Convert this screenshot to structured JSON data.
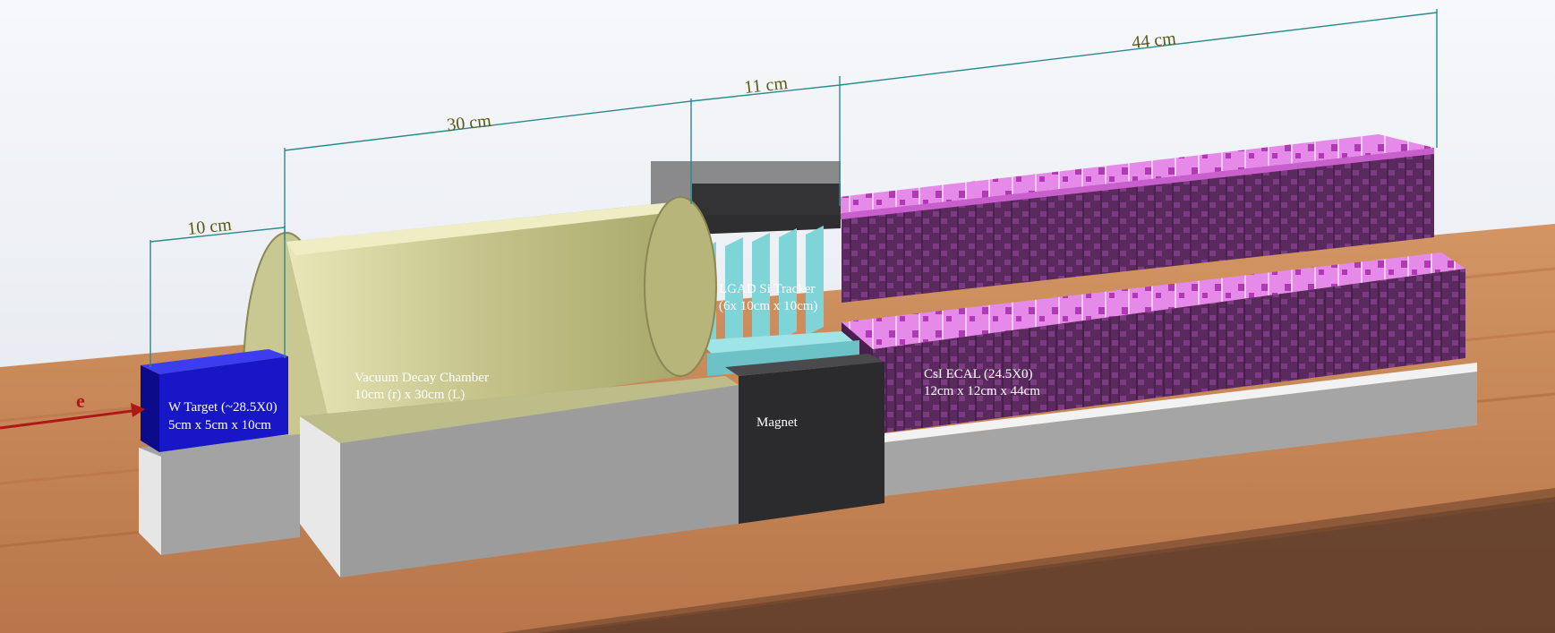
{
  "beam": {
    "label": "e"
  },
  "dimensions": {
    "target_length": "10 cm",
    "chamber_length": "30 cm",
    "tracker_length": "11 cm",
    "ecal_length": "44 cm"
  },
  "components": {
    "target": {
      "line1": "W Target (~28.5X0)",
      "line2": "5cm x 5cm x 10cm"
    },
    "chamber": {
      "line1": "Vacuum Decay Chamber",
      "line2": "10cm (r) x 30cm (L)"
    },
    "tracker": {
      "line1": "LGAD Si Tracker",
      "line2": "(6x 10cm x 10cm)"
    },
    "magnet": {
      "label": "Magnet"
    },
    "ecal": {
      "line1": "CsI ECAL (24.5X0)",
      "line2": "12cm x 12cm x 44cm"
    }
  },
  "colors": {
    "background": "#eef1f5",
    "table_wood": "#c8875a",
    "target": "#1414c8",
    "chamber": "#d6d49a",
    "support": "#a7a7a7",
    "tracker": "#7fd4d8",
    "magnet": "#2e2e30",
    "ecal_top": "#e08ae6",
    "ecal_side": "#5c2a60",
    "dimension_line": "#2d8a8a",
    "beam_arrow": "#b01818"
  }
}
